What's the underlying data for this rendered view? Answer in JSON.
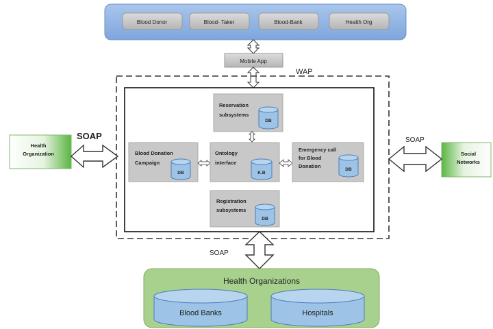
{
  "users": {
    "items": [
      "Blood Donor",
      "Blood- Taker",
      "Blood-Bank",
      "Health Org"
    ]
  },
  "mobile_app": "Mobile App",
  "wap_label": "WAP",
  "soap": {
    "left": "SOAP",
    "right": "SOAP",
    "bottom": "SOAP"
  },
  "external": {
    "left_line1": "Health",
    "left_line2": "Organization",
    "right_line1": "Social",
    "right_line2": "Networks"
  },
  "subsystems": {
    "reservation": {
      "line1": "Reservation",
      "line2": "subsystems",
      "db": "DB"
    },
    "campaign": {
      "line1": "Blood Donation",
      "line2": "Campaign",
      "db": "DB"
    },
    "ontology": {
      "line1": "Ontology",
      "line2": "interface",
      "db": "K.B"
    },
    "emergency": {
      "line1": "Emergency call",
      "line2": "for Blood",
      "line3": "Donation",
      "db": "DB"
    },
    "registration": {
      "line1": "Registration",
      "line2": "subsystems",
      "db": "DB"
    }
  },
  "health_orgs": {
    "title": "Health Organizations",
    "banks": "Blood Banks",
    "hospitals": "Hospitals"
  },
  "colors": {
    "top_panel": "#8fb4e3",
    "top_button": "#c9c9c9",
    "sub_box": "#c8c8c8",
    "cylinder": "#9dc3e6",
    "ext_green": "#4caf3a",
    "bottom_panel": "#a9d18e"
  }
}
